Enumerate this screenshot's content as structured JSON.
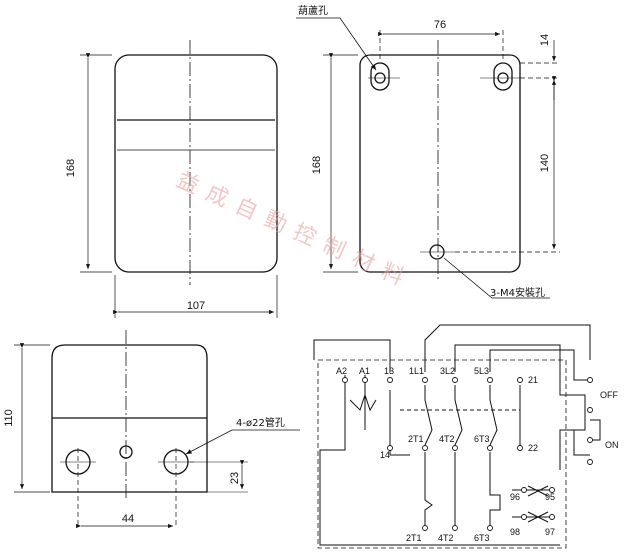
{
  "watermark": "益成自動控制材料",
  "front_view": {
    "width": "107",
    "height": "168"
  },
  "rear_view": {
    "hole_label": "葫蘆孔",
    "width": "76",
    "offset": "14",
    "height": "140",
    "total_height": "168",
    "mount_label": "3-M4安裝孔"
  },
  "side_view": {
    "height": "110",
    "pipe_label": "4-ø22管孔",
    "spacing": "44",
    "bottom_offset": "23"
  },
  "wiring": {
    "terminals_top": [
      "A2",
      "A1",
      "13",
      "1L1",
      "3L2",
      "5L3",
      "21"
    ],
    "terminals_mid": [
      "2T1",
      "4T2",
      "6T3",
      "22"
    ],
    "terminal_14": "14",
    "overload": [
      "96",
      "95",
      "98",
      "97"
    ],
    "outputs": [
      "2T1",
      "4T2",
      "6T3"
    ],
    "off_label": "OFF",
    "on_label": "ON"
  }
}
